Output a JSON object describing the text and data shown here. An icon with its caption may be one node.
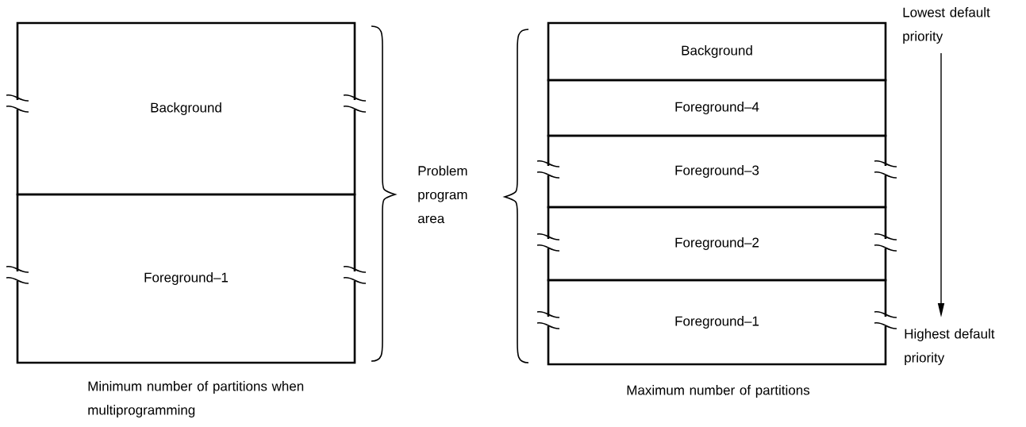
{
  "diagram": {
    "nodes": [
      {
        "text": [
          "Background"
        ]
      },
      {
        "text": [
          "Foreground–1"
        ]
      },
      {
        "text": [
          "Background"
        ]
      },
      {
        "text": [
          "Foreground–4"
        ]
      },
      {
        "text": [
          "Foreground–3"
        ]
      },
      {
        "text": [
          "Foreground–2"
        ]
      },
      {
        "text": [
          "Foreground–1"
        ]
      }
    ],
    "labels": [
      "Lowest default priority",
      "Problem program area",
      "Highest default priority",
      "Minimum number of partitions when multiprogramming",
      "Maximum number of partitions"
    ]
  }
}
